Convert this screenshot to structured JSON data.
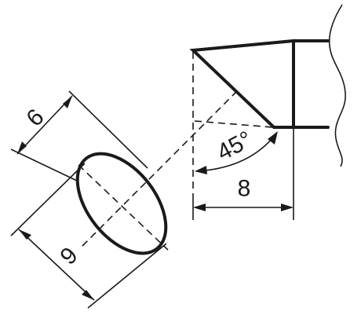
{
  "labels": {
    "ellipse_minor": "6",
    "ellipse_major": "9",
    "tip_angle": "45°",
    "tip_width": "8"
  }
}
